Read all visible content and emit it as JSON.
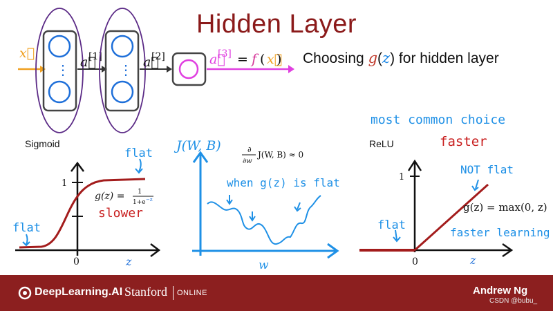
{
  "slide": {
    "title": "Hidden Layer",
    "subtitle": "Choosing g(z) for hidden layer",
    "subtitle_parts": {
      "pre": "Choosing ",
      "g": "g",
      "paren_open": "(",
      "z": "z",
      "paren_close": ")",
      "post": " for hidden layer"
    }
  },
  "network": {
    "input_label": "x⃗",
    "a1_label": "a⃗",
    "a1_sup": "[1]",
    "a2_label": "a⃗",
    "a2_sup": "[2]",
    "a3_label": "a⃗",
    "a3_sup": "[3]",
    "eq": "= f(x⃗)",
    "eq_eq": "=",
    "eq_f": "f",
    "eq_open": "(",
    "eq_x": "x⃗",
    "eq_close": ")",
    "dots": "⋮"
  },
  "sigmoid_panel": {
    "label": "Sigmoid",
    "flat_right": "flat",
    "flat_left": "flat",
    "y_tick": "1",
    "x_origin": "0",
    "x_axis": "z",
    "formula_lhs": "g(z) =",
    "formula_num": "1",
    "formula_den": "1+e",
    "formula_exp": "−z",
    "slower": "slower"
  },
  "cost_panel": {
    "y_label": "J(W, B)",
    "deriv_top": "∂",
    "deriv_bottom": "∂w",
    "deriv_expr": "J(W, B) ≈ 0",
    "annotation": "when g(z) is flat",
    "x_axis": "w"
  },
  "relu_panel": {
    "top_note": "most common choice",
    "label": "ReLU",
    "faster": "faster",
    "not_flat": "NOT flat",
    "y_tick": "1",
    "formula": "g(z) = max(0, z)",
    "flat_left": "flat",
    "faster_learning": "faster learning",
    "x_origin": "0",
    "x_axis": "z"
  },
  "footer": {
    "brand": "DeepLearning.AI",
    "stanford": "Stanford",
    "online": "ONLINE",
    "presenter": "Andrew Ng",
    "watermark": "CSDN @bubu_"
  },
  "colors": {
    "title_red": "#8b1a1a",
    "hand_blue": "#1e90e6",
    "hand_red": "#c81e1e",
    "neuron_blue": "#1e6fd9",
    "output_magenta": "#e040e0",
    "input_orange": "#f0a020",
    "footer_bg": "#8c1f1f",
    "network_purple": "#5b2a86"
  },
  "icons": [
    "arrow-right-icon",
    "deeplearning-logo-icon"
  ]
}
